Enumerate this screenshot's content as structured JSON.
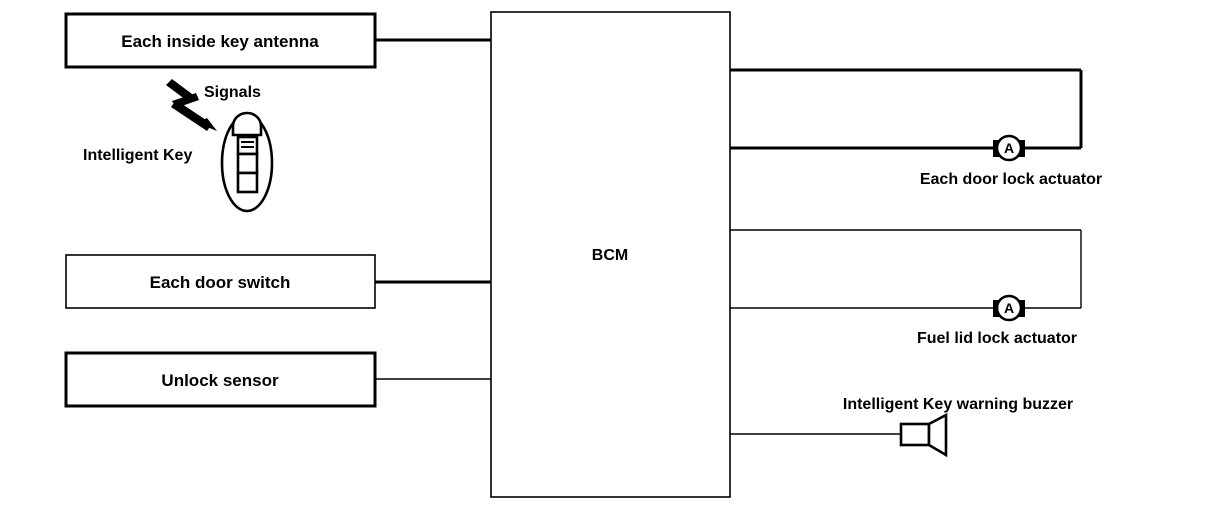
{
  "diagram": {
    "title": "BCM door lock / Intelligent Key system block diagram",
    "accent_color": "#000000",
    "background_color": "#ffffff"
  },
  "bcm": {
    "label": "BCM"
  },
  "inputs": [
    {
      "id": "inside-key-antenna",
      "label": "Each inside key antenna"
    },
    {
      "id": "door-switch",
      "label": "Each door switch"
    },
    {
      "id": "unlock-sensor",
      "label": "Unlock sensor"
    }
  ],
  "outputs": [
    {
      "id": "door-lock-actuator",
      "label": "Each door lock actuator",
      "symbol": "A"
    },
    {
      "id": "fuel-lid-lock-actuator",
      "label": "Fuel lid lock actuator",
      "symbol": "A"
    },
    {
      "id": "warning-buzzer",
      "label": "Intelligent Key warning buzzer"
    }
  ],
  "annotations": {
    "signals": "Signals",
    "intelligent_key": "Intelligent Key"
  },
  "icons": {
    "signal_arrow": "lightning-signal-arrow-icon",
    "key_fob": "intelligent-key-fob-icon",
    "actuator": "actuator-circle-icon",
    "buzzer": "speaker-buzzer-icon"
  }
}
